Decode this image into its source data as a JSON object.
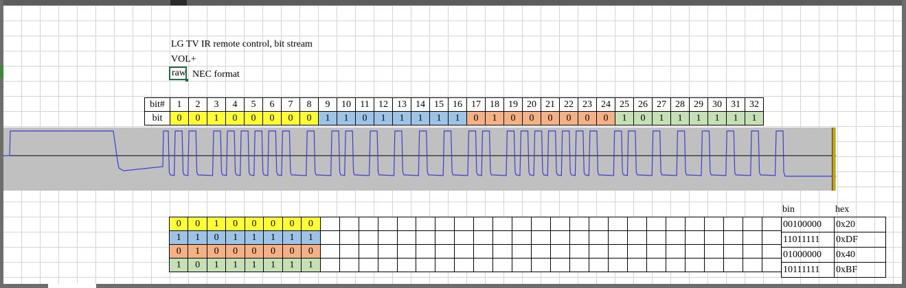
{
  "title": "LG TV IR remote control, bit stream",
  "button": "VOL+",
  "raw_label": "raw",
  "format": "NEC format",
  "bit_header": "bit#",
  "bit_row_label": "bit",
  "bit_numbers": [
    "1",
    "2",
    "3",
    "4",
    "5",
    "6",
    "7",
    "8",
    "9",
    "10",
    "11",
    "12",
    "13",
    "14",
    "15",
    "16",
    "17",
    "18",
    "19",
    "20",
    "21",
    "22",
    "23",
    "24",
    "25",
    "26",
    "27",
    "28",
    "29",
    "30",
    "31",
    "32"
  ],
  "bits": [
    "0",
    "0",
    "1",
    "0",
    "0",
    "0",
    "0",
    "0",
    "1",
    "1",
    "0",
    "1",
    "1",
    "1",
    "1",
    "1",
    "0",
    "1",
    "0",
    "0",
    "0",
    "0",
    "0",
    "0",
    "1",
    "0",
    "1",
    "1",
    "1",
    "1",
    "1",
    "1"
  ],
  "group_colors": {
    "yellow": "#ffff33",
    "blue": "#9dc3e6",
    "orange": "#f4b183",
    "green": "#c5e0b4"
  },
  "bytes": [
    {
      "bits": [
        "0",
        "0",
        "1",
        "0",
        "0",
        "0",
        "0",
        "0"
      ],
      "bin": "00100000",
      "hex": "0x20",
      "color": "yellow"
    },
    {
      "bits": [
        "1",
        "1",
        "0",
        "1",
        "1",
        "1",
        "1",
        "1"
      ],
      "bin": "11011111",
      "hex": "0xDF",
      "color": "blue"
    },
    {
      "bits": [
        "0",
        "1",
        "0",
        "0",
        "0",
        "0",
        "0",
        "0"
      ],
      "bin": "01000000",
      "hex": "0x40",
      "color": "orange"
    },
    {
      "bits": [
        "1",
        "0",
        "1",
        "1",
        "1",
        "1",
        "1",
        "1"
      ],
      "bin": "10111111",
      "hex": "0xBF",
      "color": "green"
    }
  ],
  "bin_header": "bin",
  "hex_header": "hex"
}
